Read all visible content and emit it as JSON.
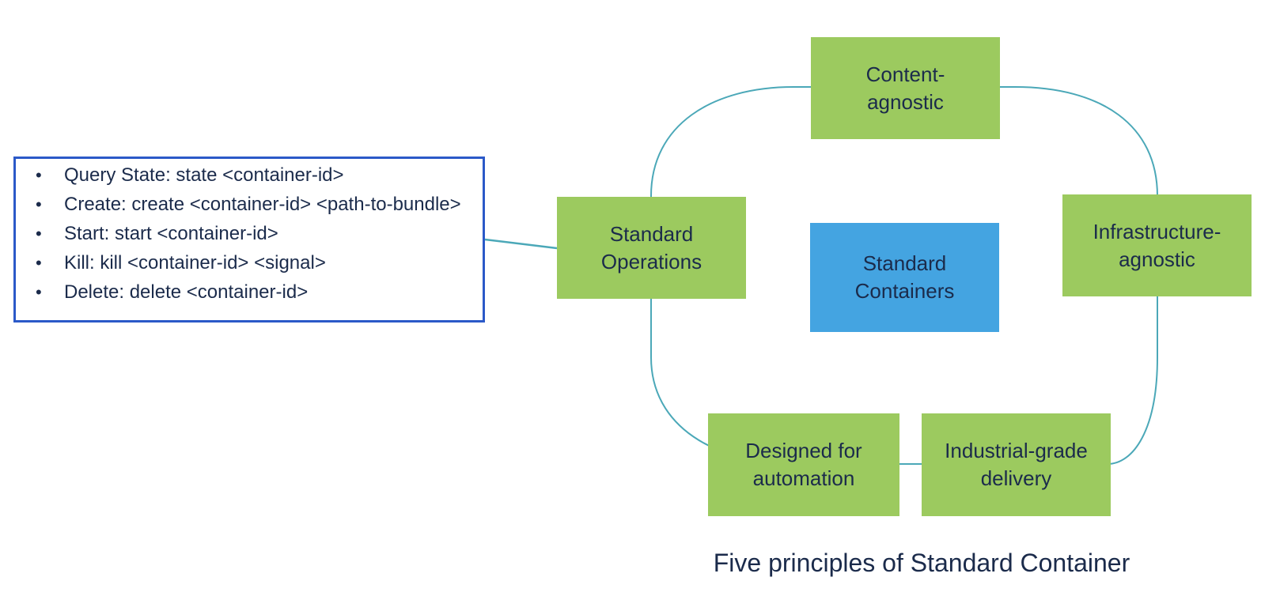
{
  "colors": {
    "canvas-bg": "#FFFFFF",
    "principle-green": "#9CCA5F",
    "center-blue": "#44A4E1",
    "connector-teal": "#4BA8B8",
    "callout-border-blue": "#2B59C8",
    "text-navy": "#1B2B4B"
  },
  "callout": {
    "items": [
      "Query State: state <container-id>",
      "Create: create <container-id> <path-to-bundle>",
      "Start: start <container-id>",
      "Kill: kill <container-id> <signal>",
      "Delete: delete <container-id>"
    ]
  },
  "diagram": {
    "center_box": {
      "label": "Standard\nContainers"
    },
    "principles": [
      {
        "label": "Content-\nagnostic"
      },
      {
        "label": "Standard\nOperations"
      },
      {
        "label": "Infrastructure-\nagnostic"
      },
      {
        "label": "Designed for\nautomation"
      },
      {
        "label": "Industrial-grade\ndelivery"
      }
    ],
    "caption": "Five principles of Standard Container"
  }
}
